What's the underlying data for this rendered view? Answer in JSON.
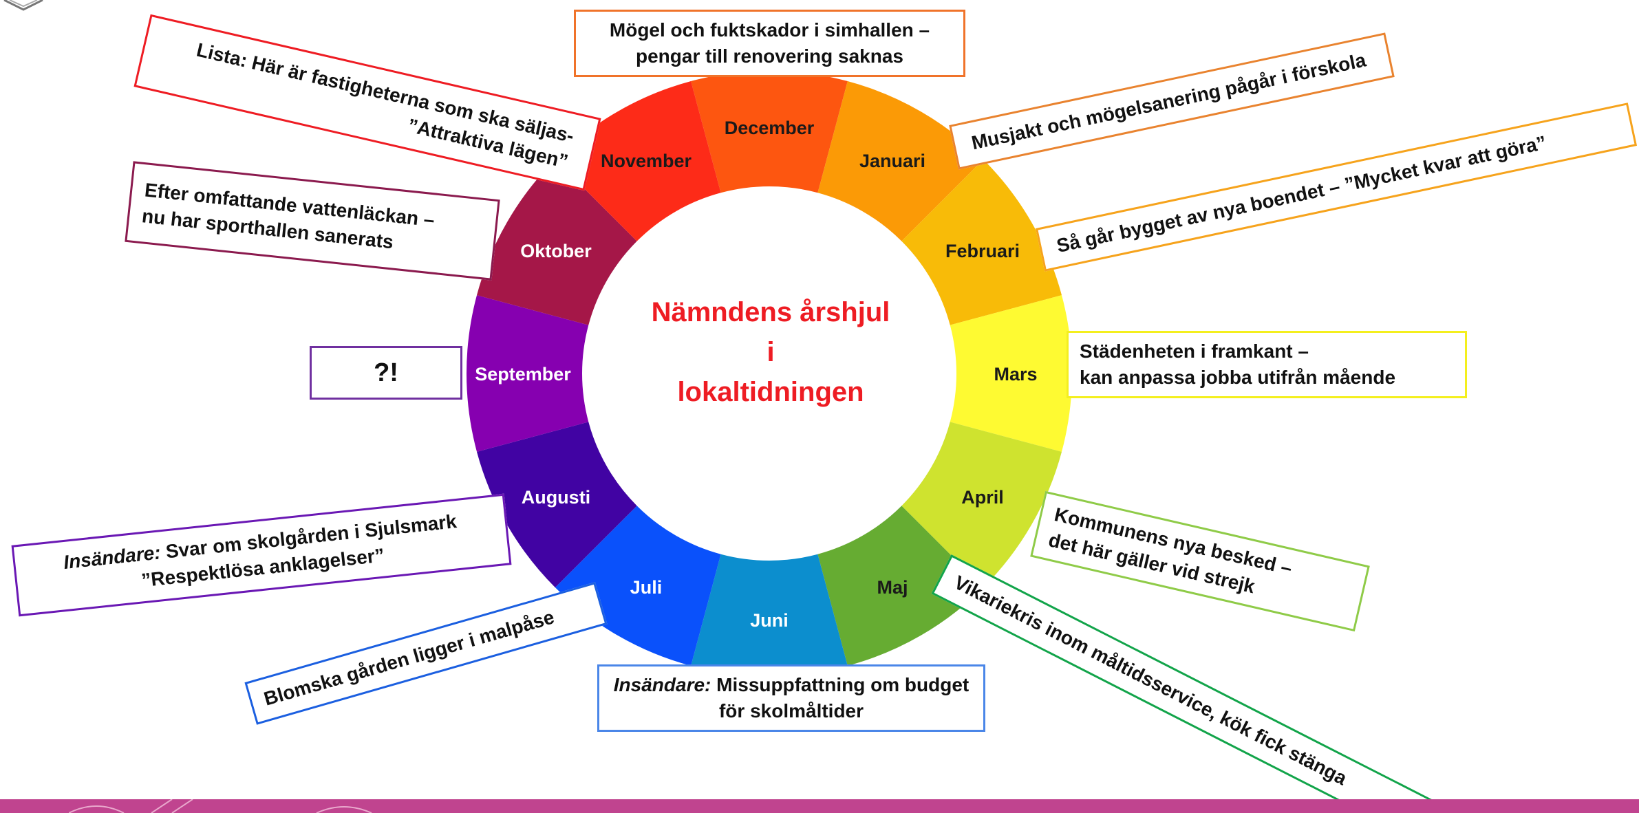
{
  "title": {
    "line1": "Nämndens årshjul",
    "line2": "i",
    "line3": "lokaltidningen"
  },
  "months": [
    {
      "label": "December",
      "color": "#fd5610"
    },
    {
      "label": "Januari",
      "color": "#fb9a06"
    },
    {
      "label": "Februari",
      "color": "#f8bb08"
    },
    {
      "label": "Mars",
      "color": "#fefa32"
    },
    {
      "label": "April",
      "color": "#cfe32f"
    },
    {
      "label": "Maj",
      "color": "#66ac32"
    },
    {
      "label": "Juni",
      "color": "#0c8ece"
    },
    {
      "label": "Juli",
      "color": "#0a51fb"
    },
    {
      "label": "Augusti",
      "color": "#4103a3"
    },
    {
      "label": "September",
      "color": "#8600b0"
    },
    {
      "label": "Oktober",
      "color": "#a51748"
    },
    {
      "label": "November",
      "color": "#fd2b18"
    }
  ],
  "callouts": {
    "december": {
      "line1": "Mögel och fuktskador i simhallen –",
      "line2": "pengar till renovering saknas",
      "border": "#f0732a"
    },
    "januari": {
      "line1": "Musjakt och mögelsanering pågår i förskola",
      "border": "#e9832f"
    },
    "februari": {
      "line1": "Så går bygget av nya boendet – ”Mycket kvar att göra”",
      "border": "#f6a31c"
    },
    "mars": {
      "line1": "Städenheten i framkant –",
      "line2": "kan anpassa jobba utifrån mående",
      "border": "#f4ef1e"
    },
    "april": {
      "line1": "Kommunens nya besked –",
      "line2": "det här gäller vid strejk",
      "border": "#8fcb48"
    },
    "maj": {
      "line1": "Vikariekris inom måltidsservice, kök fick stänga",
      "border": "#12a44a"
    },
    "juni": {
      "prefix": "Insändare:",
      "line1": " Missuppfattning om budget",
      "line2": "för skolmåltider",
      "border": "#4a86e8"
    },
    "juli": {
      "line1": "Blomska gården ligger i malpåse",
      "border": "#1b5fe0"
    },
    "augusti": {
      "prefix": "Insändare:",
      "line1": "  Svar om skolgården i Sjulsmark",
      "line2": "”Respektlösa anklagelser”",
      "border": "#6a18b4"
    },
    "september": {
      "line1": "?!",
      "border": "#7030a0"
    },
    "oktober": {
      "line1": "Efter omfattande vattenläckan –",
      "line2": "nu har sporthallen sanerats",
      "border": "#8b1a4e"
    },
    "november": {
      "line1": "Lista: Här är fastigheterna som ska säljas-",
      "line2": "”Attraktiva lägen”",
      "border": "#ee1c23"
    }
  },
  "colors": {
    "title": "#ee1c23",
    "band": "#c0448f"
  }
}
